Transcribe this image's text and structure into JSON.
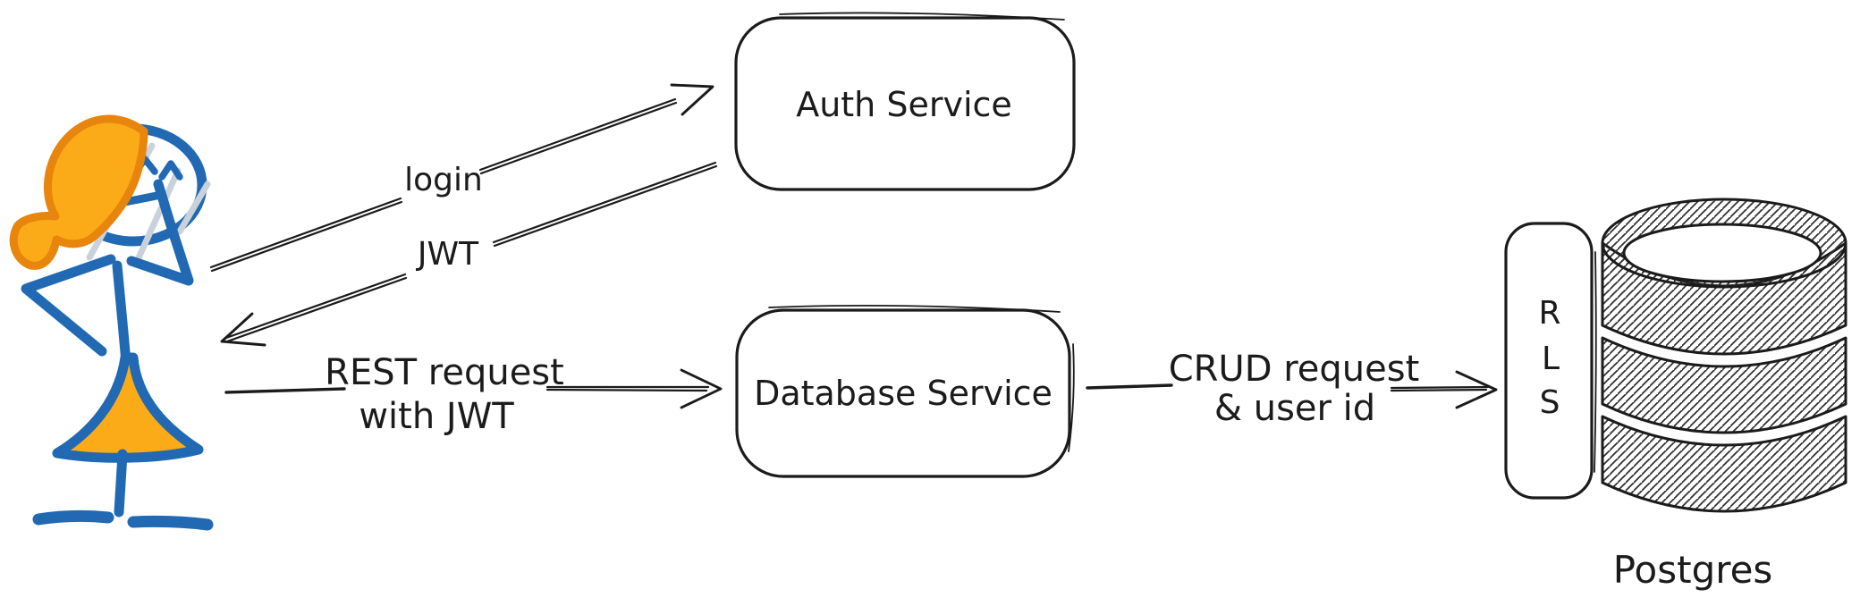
{
  "colors": {
    "background": "#ffffff",
    "ink": "#1b1b1b",
    "actor_blue": "#2169b3",
    "actor_orange_fill": "#fbab18",
    "actor_orange_stroke": "#e8850c",
    "face_glare_gray": "#c9d1db"
  },
  "nodes": {
    "auth_service": {
      "label": "Auth Service"
    },
    "database_service": {
      "label": "Database Service"
    },
    "rls": {
      "letters": [
        "R",
        "L",
        "S"
      ]
    },
    "postgres": {
      "label": "Postgres"
    }
  },
  "arrows": {
    "login": {
      "label": "login",
      "from": "user",
      "to": "auth_service"
    },
    "jwt": {
      "label": "JWT",
      "from": "auth_service",
      "to": "user"
    },
    "rest": {
      "label_line1": "REST request",
      "label_line2": "with JWT",
      "from": "user",
      "to": "database_service"
    },
    "crud": {
      "label_line1": "CRUD request",
      "label_line2": "& user id",
      "from": "database_service",
      "to": "rls"
    }
  }
}
